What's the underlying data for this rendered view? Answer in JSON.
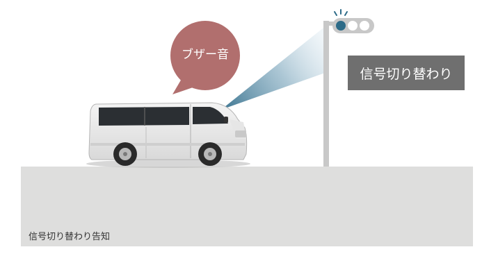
{
  "buzzer_label": "ブザー音",
  "signal_change_label": "信号切り替わり",
  "caption": "信号切り替わり告知",
  "icons": [
    "van-image",
    "speech-bubble",
    "sound-beam",
    "traffic-light-icon",
    "alert-lines-icon"
  ],
  "colors": {
    "bubble": "#b16f6e",
    "ground": "#dededd",
    "label_box": "#6f6f6f",
    "pole": "#c8c8c8",
    "lit_lamp": "#2d6b88",
    "unlit_lamp": "#ffffff",
    "beam": "#3c7591"
  }
}
